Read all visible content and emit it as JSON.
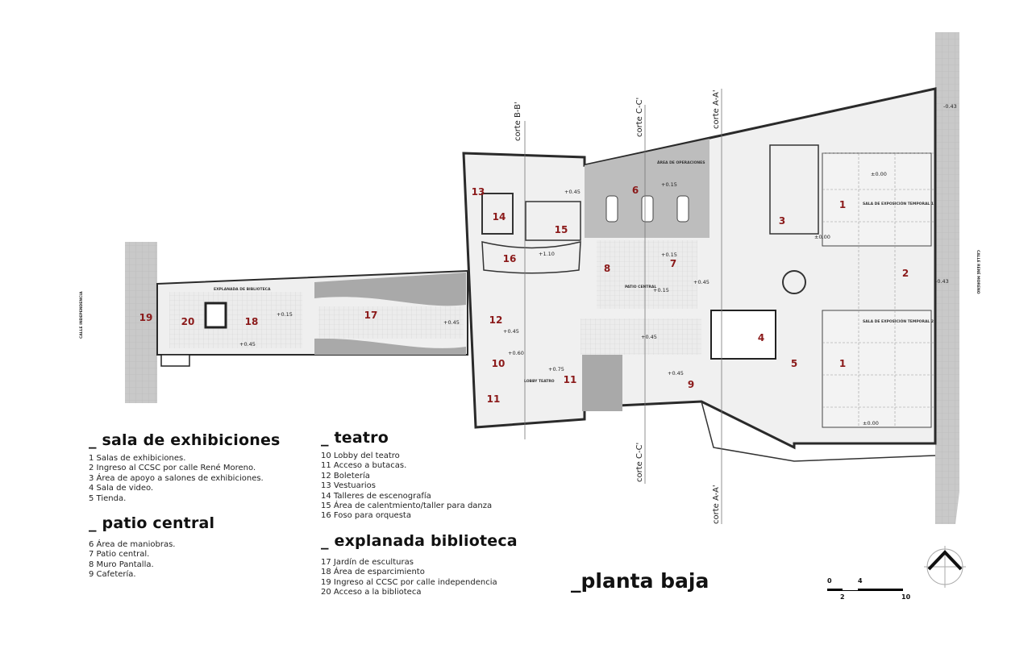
{
  "title": "_planta baja",
  "legend": [
    {
      "heading": "_ sala de exhibiciones",
      "items": [
        "1  Salas de exhibiciones.",
        "2  Ingreso al CCSC por calle René Moreno.",
        "3  Área de apoyo a salones de exhibiciones.",
        "4  Sala de video.",
        "5  Tienda."
      ]
    },
    {
      "heading": "_ patio central",
      "items": [
        "6  Área de maniobras.",
        "7  Patio central.",
        "8  Muro Pantalla.",
        "9  Cafetería."
      ]
    },
    {
      "heading": "_ teatro",
      "items": [
        "10  Lobby del teatro",
        "11  Acceso a butacas.",
        "12  Boletería",
        "13  Vestuarios",
        "14  Talleres de escenografía",
        "15  Área de calentmiento/taller para danza",
        "16  Foso para orquesta"
      ]
    },
    {
      "heading": "_ explanada biblioteca",
      "items": [
        "17  Jardín de esculturas",
        "18  Área de esparcimiento",
        "19  Ingreso al CCSC por calle independencia",
        "20  Acceso a la biblioteca"
      ]
    }
  ],
  "streets": {
    "left": "CALLE INDEPENDENCIA",
    "right": "CALLE RENÉ MORENO"
  },
  "cuts": {
    "b": "corte B-B'",
    "c": "corte C-C'",
    "a": "corte A-A'"
  },
  "room_labels": {
    "explanada": "EXPLANADA DE BIBLIOTECA",
    "operaciones": "ÁREA DE OPERACIONES",
    "patio": "PATIO CENTRAL",
    "lobby_teatro": "LOBBY TEATRO",
    "sala1": "SALA DE EXPOSICIÓN TEMPORAL 1",
    "sala2": "SALA DE EXPOSICIÓN TEMPORAL 2"
  },
  "rooms": [
    "1",
    "1",
    "2",
    "3",
    "4",
    "5",
    "6",
    "7",
    "8",
    "9",
    "10",
    "11",
    "11",
    "12",
    "13",
    "14",
    "15",
    "16",
    "17",
    "18",
    "19",
    "20"
  ],
  "levels": [
    "+0.15",
    "+0.45",
    "+0.15",
    "+0.45",
    "+0.45",
    "+0.15",
    "+0.15",
    "+0.45",
    "+1.10",
    "+0.45",
    "+0.45",
    "+0.60",
    "+0.75",
    "+0.45",
    "±0.00",
    "±0.00",
    "±0.00",
    "-0.43",
    "-0.43"
  ],
  "scale_bar": {
    "ticks_top": [
      "0",
      "4"
    ],
    "ticks_bottom": [
      "2",
      "10"
    ]
  },
  "colors": {
    "room_number": "#8b1a1a",
    "wall": "#2a2a2a",
    "paving": "#e6e6e6",
    "garden": "#a9a9a9",
    "street": "#c8c8c8"
  },
  "north_arrow": "north-arrow-icon"
}
